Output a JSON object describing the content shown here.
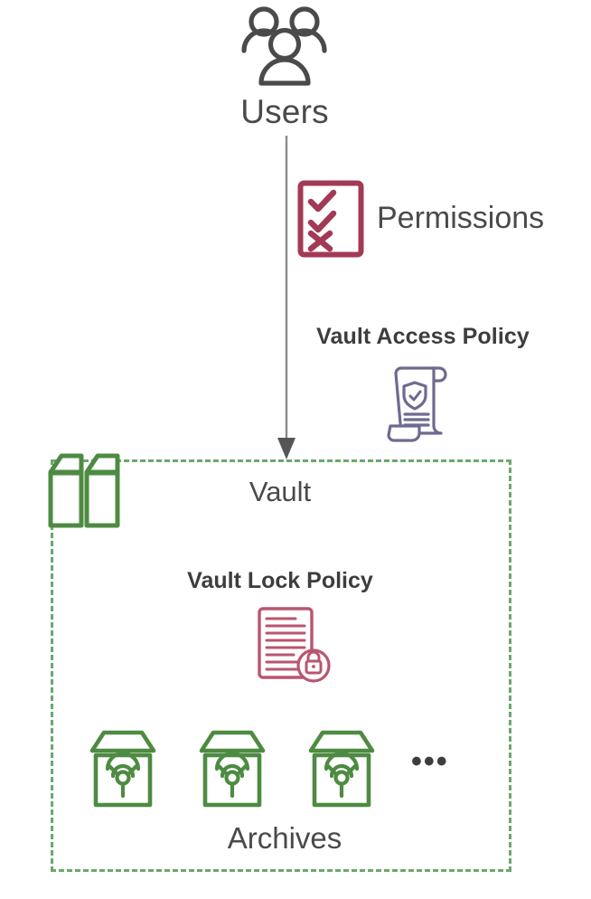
{
  "diagram": {
    "title": "AWS S3 Glacier Vault access and lock policy diagram",
    "background_color": "#ffffff"
  },
  "colors": {
    "text_gray": "#4a4a4a",
    "text_bold_gray": "#3d3d3d",
    "icon_gray": "#4a4a4a",
    "vault_green": "#4e8b42",
    "dashed_green": "#6aa96a",
    "permissions_maroon": "#a33a55",
    "lock_policy_rose": "#b9566e",
    "policy_purple": "#6e6a8f",
    "arrow_gray": "#7a7a7a"
  },
  "users": {
    "label": "Users",
    "icon": "users-group-icon"
  },
  "flow": {
    "arrow": "down-arrow-connector"
  },
  "permissions": {
    "label": "Permissions",
    "icon": "checklist-icon",
    "checklist_items": [
      "check",
      "check",
      "cross"
    ]
  },
  "vault_access_policy": {
    "label": "Vault Access Policy",
    "icon": "scroll-shield-check-icon"
  },
  "vault": {
    "label": "Vault",
    "icon": "vault-lockers-icon",
    "boundary": "dashed-green-rectangle"
  },
  "vault_lock_policy": {
    "label": "Vault Lock Policy",
    "icon": "locked-document-icon"
  },
  "archives": {
    "label": "Archives",
    "ellipsis": "•••",
    "items": [
      {
        "name": "archive-box-1",
        "icon": "archive-box-icon"
      },
      {
        "name": "archive-box-2",
        "icon": "archive-box-icon"
      },
      {
        "name": "archive-box-3",
        "icon": "archive-box-icon"
      }
    ]
  }
}
